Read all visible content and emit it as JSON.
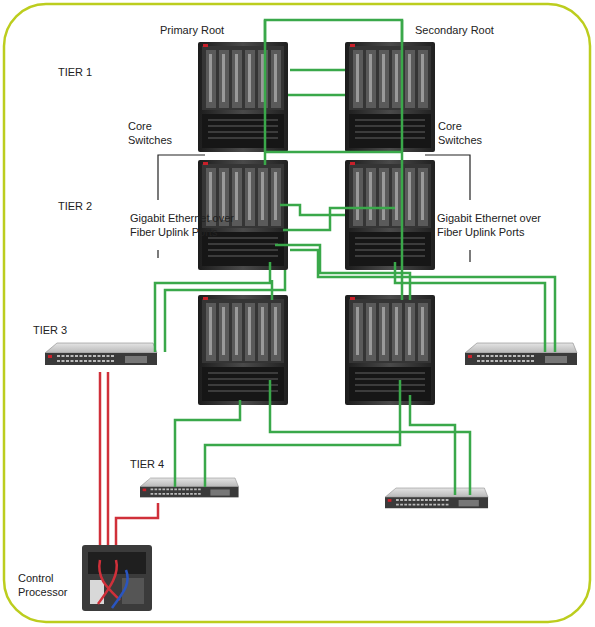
{
  "diagram": {
    "nodes": [
      {
        "text": [
          "Primary Root"
        ]
      },
      {
        "text": [
          "Secondary Root"
        ]
      },
      {
        "text": [
          "Control Processor"
        ]
      }
    ],
    "edges": [
      {
        "from": 0,
        "to": 1,
        "arrow": "none"
      }
    ],
    "labels": [
      "TIER 1",
      "Core Switches",
      "Core Switches",
      "TIER 2",
      "Gigabit Ethernet over Fiber Uplink Ports",
      "Gigabit Ethernet over Fiber Uplink Ports",
      "TIER 3",
      "TIER 4"
    ]
  }
}
